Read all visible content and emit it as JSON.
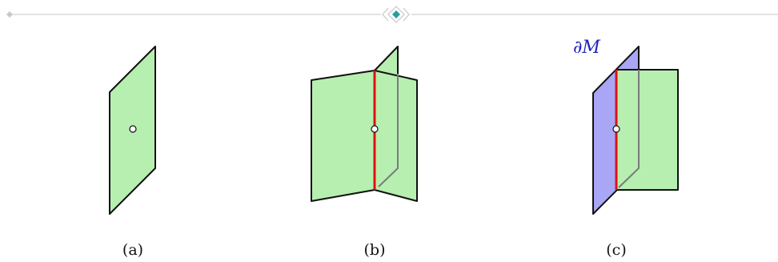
{
  "colors": {
    "sheet_fill": "#b6efb0",
    "boundary_fill": "#aaa6f6",
    "edge_stroke": "#111111",
    "singular_line": "#e01010",
    "hidden_line": "#7a7a7a",
    "point_fill": "#ffffff",
    "label_color": "#2323b8",
    "divider": "#c8c8c8",
    "ornament_accent": "#2a9d9d"
  },
  "panels": [
    {
      "caption": "(a)"
    },
    {
      "caption": "(b)"
    },
    {
      "caption": "(c)",
      "label": "∂M"
    }
  ]
}
